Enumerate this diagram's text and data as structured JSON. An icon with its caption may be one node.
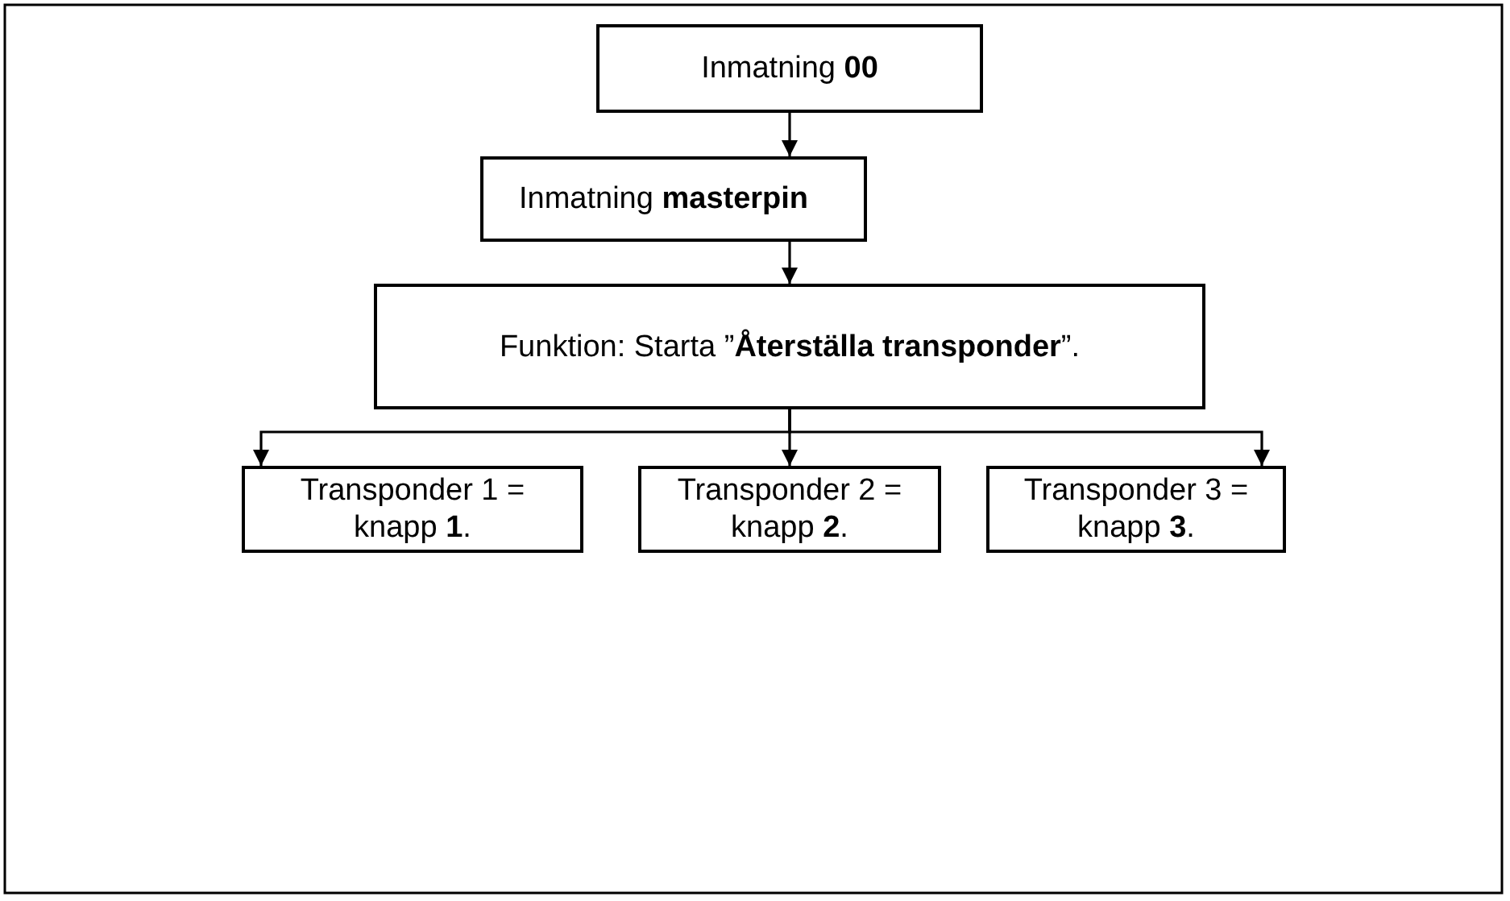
{
  "diagram": {
    "nodes": [
      {
        "text": [
          "Inmatning **00**"
        ]
      },
      {
        "text": [
          "Inmatning **masterpin**"
        ]
      },
      {
        "text": [
          "Funktion: Starta ”**Återställa transponder**”."
        ]
      },
      {
        "text": [
          "Transponder 1 = knapp **1**."
        ]
      },
      {
        "text": [
          "Transponder 2 = knapp **2**."
        ]
      },
      {
        "text": [
          "Transponder 3 = knapp **3**."
        ]
      }
    ],
    "edges": [
      {
        "from": 0,
        "to": 1,
        "arrow": "to"
      },
      {
        "from": 1,
        "to": 2,
        "arrow": "to"
      },
      {
        "from": 2,
        "to": 3,
        "arrow": "to"
      },
      {
        "from": 2,
        "to": 4,
        "arrow": "to"
      },
      {
        "from": 2,
        "to": 5,
        "arrow": "to"
      }
    ]
  }
}
